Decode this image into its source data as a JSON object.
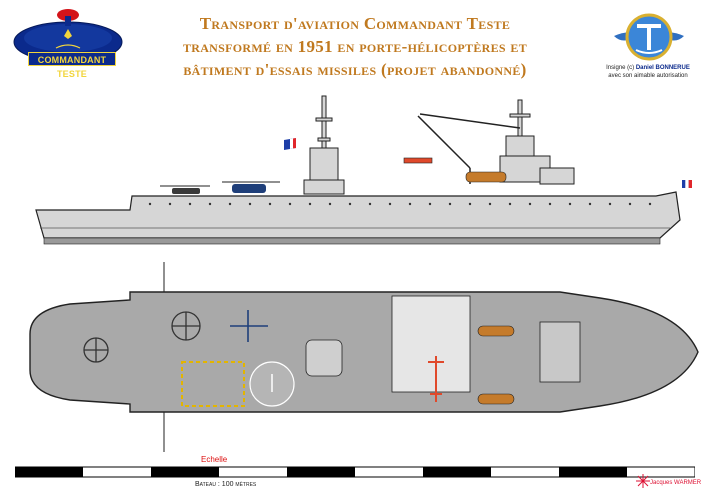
{
  "title": {
    "line1": "Transport d'aviation Commandant Teste",
    "line2": "transformé en 1951 en porte-hélicoptères et",
    "line3": "bâtiment d'essais missiles (projet abandonné)"
  },
  "cap_badge": {
    "label": "COMMANDANT TESTE"
  },
  "credit": {
    "line1_prefix": "Insigne (c)",
    "line1_name": "Daniel BONNERUE",
    "line2": "avec son aimable autorisation"
  },
  "scale": {
    "label": "Echelle",
    "caption": "Bateau : 100 mètres"
  },
  "signature": "Jacques WARMER",
  "colors": {
    "title": "#c0791f",
    "hull": "#d6d6d6",
    "deck": "#a9a9a9",
    "outline": "#222222",
    "cap_blue": "#0b2a8c",
    "cap_red": "#d3141a",
    "flag_blue": "#1d3ea8",
    "flag_red": "#e0262b"
  }
}
